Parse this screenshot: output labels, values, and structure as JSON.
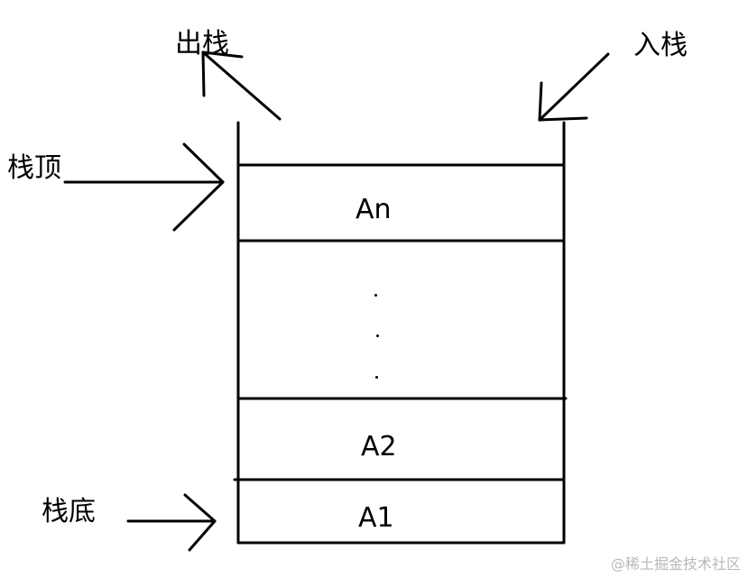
{
  "labels": {
    "pop": "出栈",
    "push": "入栈",
    "top": "栈顶",
    "bottom": "栈底"
  },
  "cells": {
    "top_cell": "An",
    "second_cell": "A2",
    "bottom_cell": "A1"
  },
  "watermark": "@稀土掘金技术社区",
  "colors": {
    "stroke": "#000000",
    "background": "#ffffff",
    "watermark": "#b8b8b8"
  }
}
